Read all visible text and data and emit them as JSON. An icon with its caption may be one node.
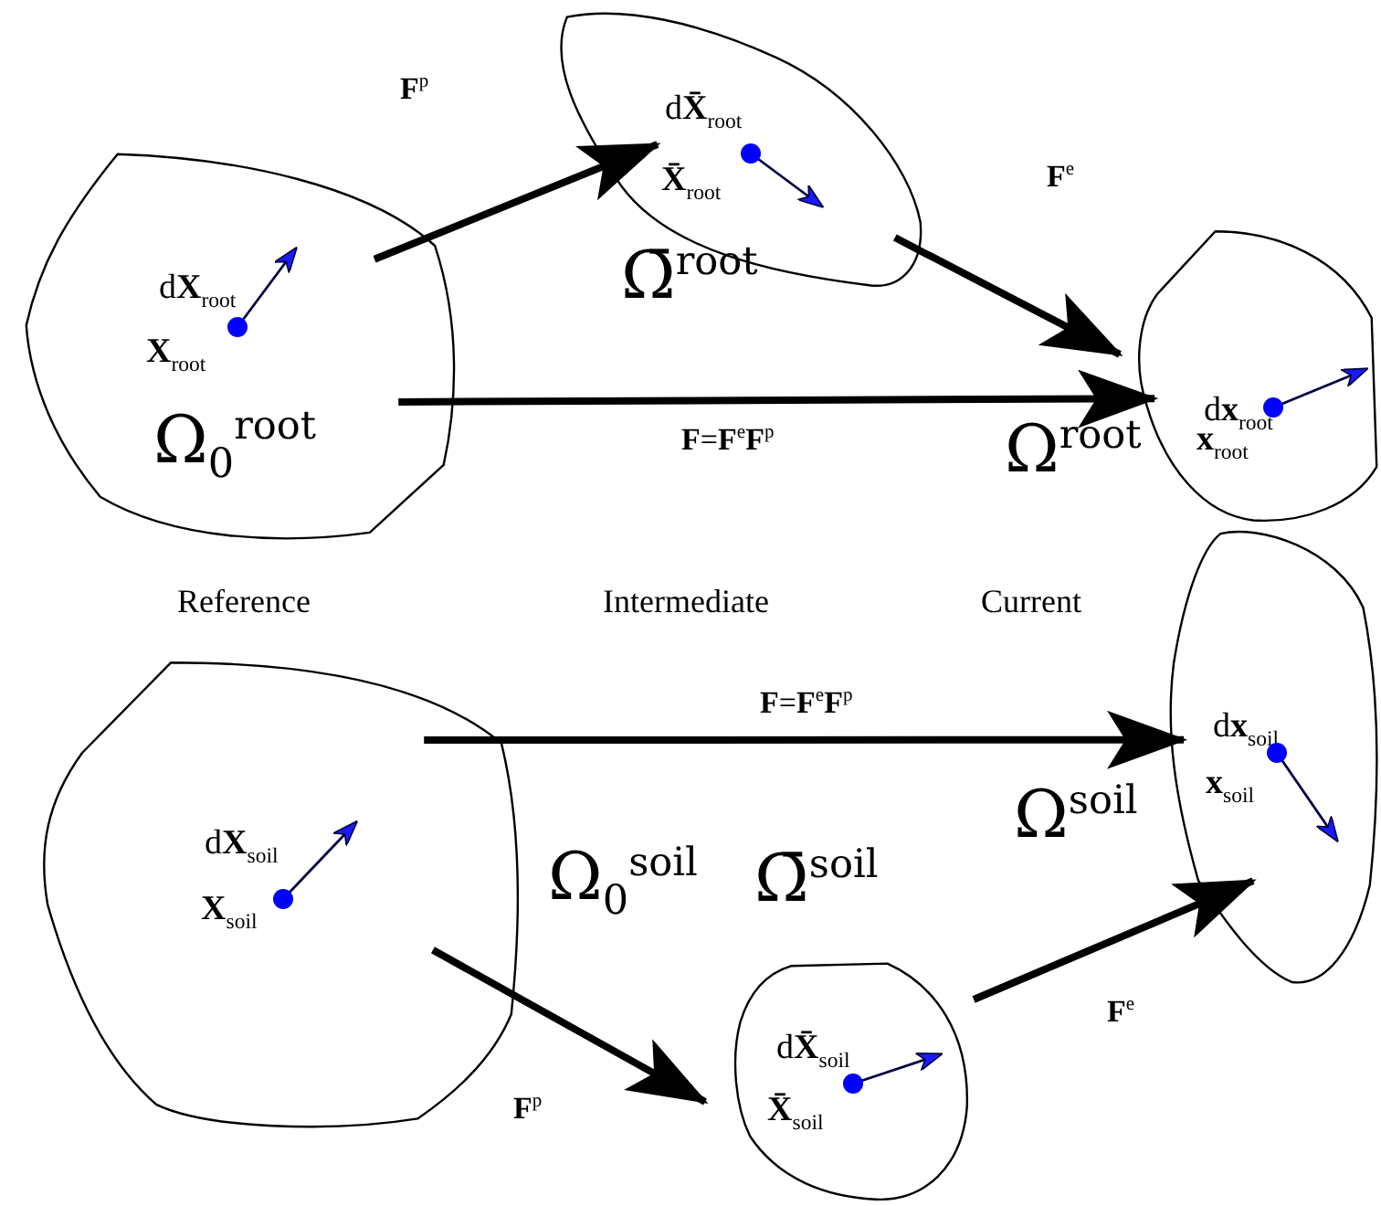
{
  "diagram": {
    "nodes": [
      {
        "text": [
          "d**X**$_{root}$",
          "**X**$_{root}$",
          "Ω$_{0}$$^{root}$"
        ]
      },
      {
        "text": [
          "d**X̄**$_{root}$",
          "**X̄**$_{root}$"
        ],
        "beside": [
          "Ω̄$^{root}$"
        ]
      },
      {
        "text": [
          "d**x**$_{root}$",
          "**x**$_{root}$"
        ],
        "beside": [
          "Ω$^{root}$"
        ]
      },
      {
        "text": [
          "d**X**$_{soil}$",
          "**X**$_{soil}$"
        ],
        "beside": [
          "Ω$_{0}$$^{soil}$"
        ]
      },
      {
        "text": [
          "d**X̄**$_{soil}$",
          "**X̄**$_{soil}$"
        ],
        "beside": [
          "Ω̄$^{soil}$"
        ]
      },
      {
        "text": [
          "d**x**$_{soil}$",
          "**x**$_{soil}$"
        ],
        "beside": [
          "Ω$^{soil}$"
        ]
      }
    ],
    "edges": [
      {
        "from": 0,
        "to": 1,
        "arrow": "to",
        "label": "**F**$^{p}$"
      },
      {
        "from": 1,
        "to": 2,
        "arrow": "to",
        "label": "**F**$^{e}$"
      },
      {
        "from": 0,
        "to": 2,
        "arrow": "to",
        "label": "**F**=**F**$^{e}$**F**$^{p}$"
      },
      {
        "from": 3,
        "to": 5,
        "arrow": "to",
        "label": "**F**=**F**$^{e}$**F**$^{p}$"
      },
      {
        "from": 3,
        "to": 4,
        "arrow": "to",
        "label": "**F**$^{p}$"
      },
      {
        "from": 4,
        "to": 5,
        "arrow": "to",
        "label": "**F**$^{e}$"
      }
    ],
    "labels": [
      "Reference",
      "Intermediate",
      "Current"
    ]
  }
}
